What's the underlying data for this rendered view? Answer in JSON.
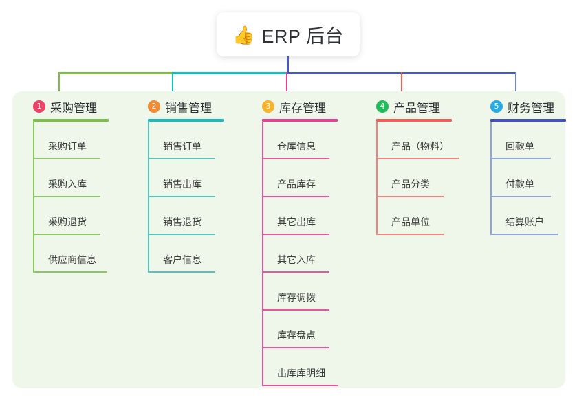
{
  "root": {
    "icon": "thumbs-up-emoji",
    "emoji": "👍",
    "title": "ERP 后台"
  },
  "theme": {
    "panel_bg": "#eef7e9",
    "page_bg": "#ffffff",
    "root_stem": "#4a58c4",
    "text": "#3b3b3b"
  },
  "columns": [
    {
      "number": "1",
      "title": "采购管理",
      "badge_color": "#ef4267",
      "rule_color": "#7ac143",
      "line_color": "#8cc765",
      "items": [
        "采购订单",
        "采购入库",
        "采购退货",
        "供应商信息"
      ]
    },
    {
      "number": "2",
      "title": "销售管理",
      "badge_color": "#f58a35",
      "rule_color": "#12c2c2",
      "line_color": "#52c4bd",
      "items": [
        "销售订单",
        "销售出库",
        "销售退货",
        "客户信息"
      ]
    },
    {
      "number": "3",
      "title": "库存管理",
      "badge_color": "#f7b32b",
      "rule_color": "#ea3d96",
      "line_color": "#e6559f",
      "items": [
        "仓库信息",
        "产品库存",
        "其它出库",
        "其它入库",
        "库存调拨",
        "库存盘点",
        "出库库明细"
      ]
    },
    {
      "number": "4",
      "title": "产品管理",
      "badge_color": "#22bb5b",
      "rule_color": "#fa5b52",
      "line_color": "#f2827c",
      "items": [
        "产品（物料）",
        "产品分类",
        "产品单位"
      ]
    },
    {
      "number": "5",
      "title": "财务管理",
      "badge_color": "#29aae1",
      "rule_color": "#3f51c4",
      "line_color": "#8fa3de",
      "items": [
        "回款单",
        "付款单",
        "结算账户"
      ]
    }
  ],
  "connectors": {
    "stem_color": "#4a58c4",
    "segments": [
      {
        "color": "#7ac143"
      },
      {
        "color": "#12c2c2"
      },
      {
        "color": "#4a58c4"
      },
      {
        "color": "#4a58c4"
      },
      {
        "color": "#4a58c4"
      }
    ],
    "drops": [
      {
        "color": "#7ac143"
      },
      {
        "color": "#12c2c2"
      },
      {
        "color": "#ea3d96"
      },
      {
        "color": "#fa5b52"
      },
      {
        "color": "#6f86d8"
      }
    ]
  }
}
